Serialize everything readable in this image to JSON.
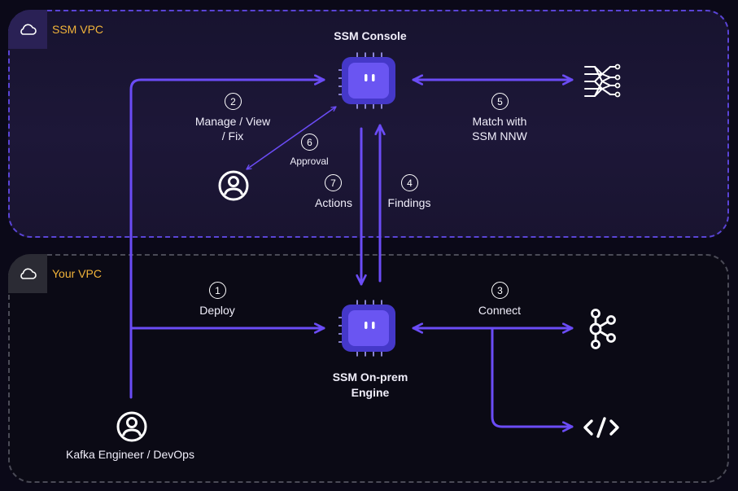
{
  "zones": {
    "ssm_vpc": {
      "title": "SSM VPC",
      "icon": "cloud-icon"
    },
    "your_vpc": {
      "title": "Your VPC",
      "icon": "cloud-icon"
    }
  },
  "nodes": {
    "console": {
      "label": "SSM Console",
      "icon": "chip-icon"
    },
    "engine": {
      "label_line1": "SSM On-prem",
      "label_line2": "Engine",
      "icon": "chip-icon"
    },
    "engineer": {
      "label": "Kafka Engineer / DevOps",
      "icon": "user-icon"
    },
    "approver": {
      "icon": "user-icon"
    },
    "nnw": {
      "icon": "neural-network-icon"
    },
    "kafka": {
      "icon": "kafka-icon"
    },
    "code": {
      "icon": "code-icon"
    }
  },
  "steps": {
    "s1": {
      "num": "1",
      "label": "Deploy"
    },
    "s2": {
      "num": "2",
      "label_line1": "Manage / View",
      "label_line2": "/ Fix"
    },
    "s3": {
      "num": "3",
      "label": "Connect"
    },
    "s4": {
      "num": "4",
      "label": "Findings"
    },
    "s5": {
      "num": "5",
      "label_line1": "Match with",
      "label_line2": "SSM NNW"
    },
    "s6": {
      "num": "6",
      "label": "Approval"
    },
    "s7": {
      "num": "7",
      "label": "Actions"
    }
  },
  "colors": {
    "accent": "#6b4cf6",
    "zone_title": "#f2b43a",
    "ssm_border": "#5a44d6",
    "your_border": "#4a4a56"
  }
}
